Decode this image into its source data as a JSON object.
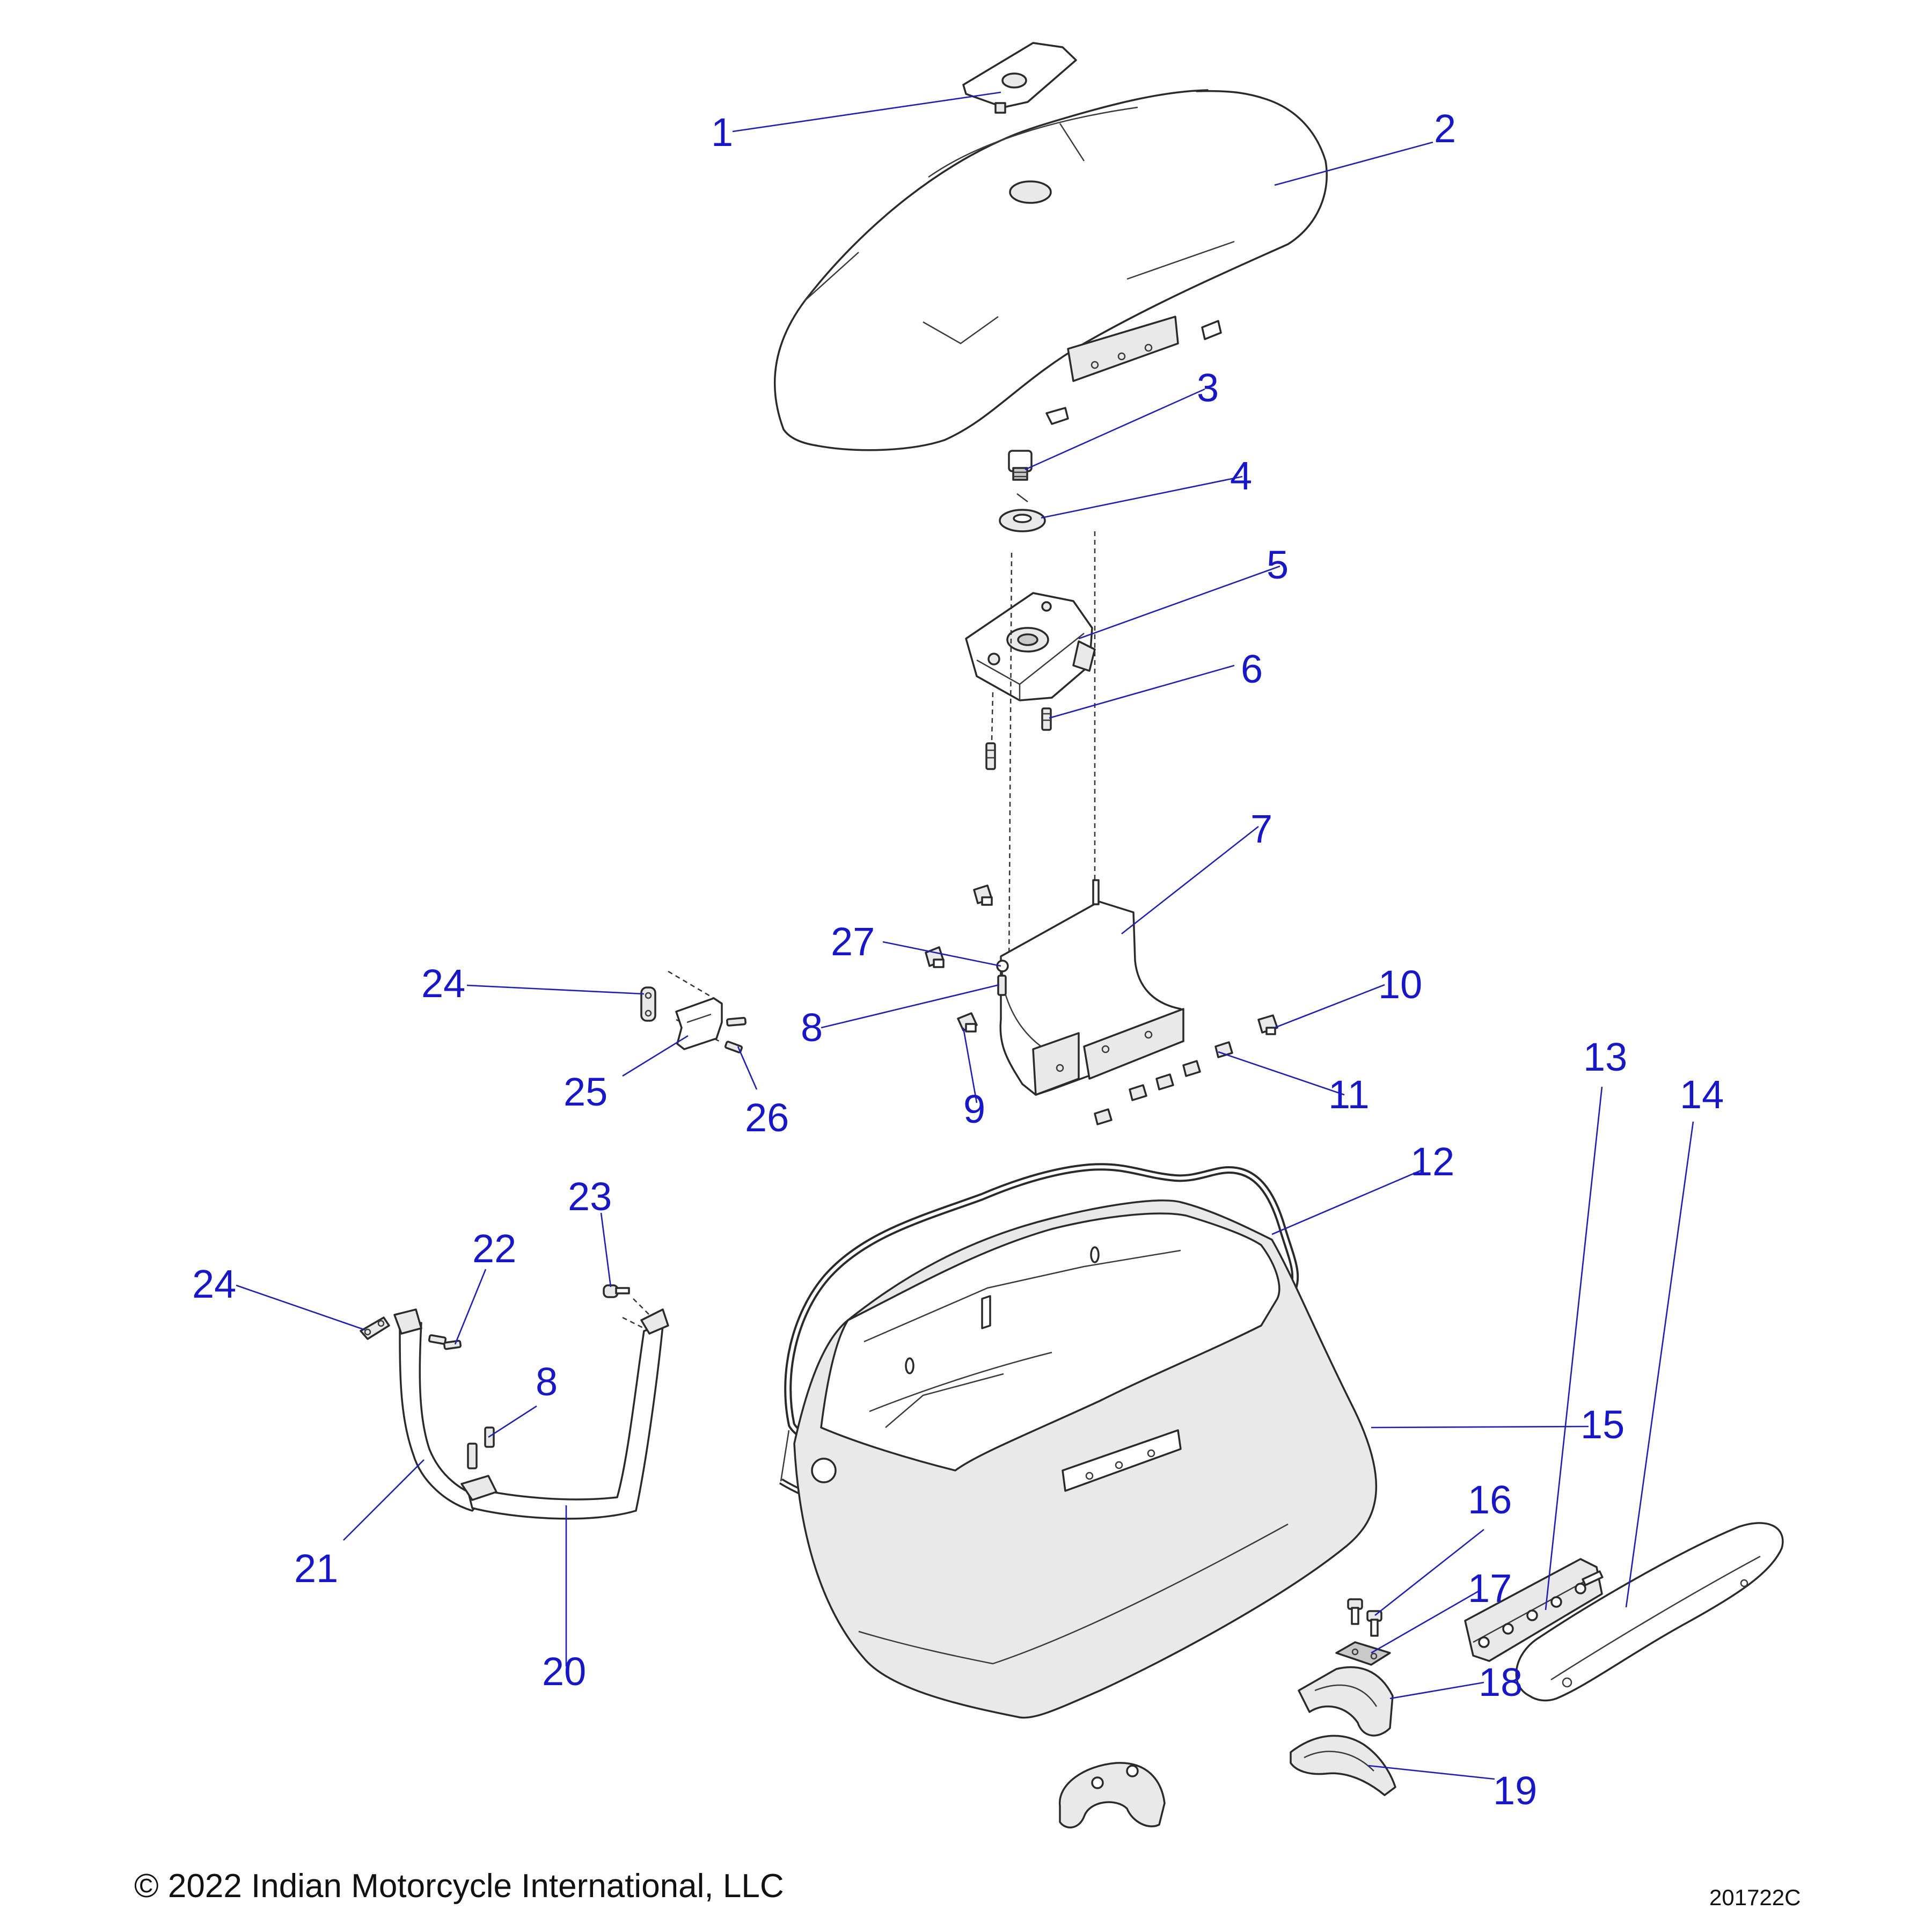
{
  "callouts": {
    "c1": "1",
    "c2": "2",
    "c3": "3",
    "c4": "4",
    "c5": "5",
    "c6": "6",
    "c7": "7",
    "c8a": "8",
    "c8b": "8",
    "c9": "9",
    "c10": "10",
    "c11": "11",
    "c12": "12",
    "c13": "13",
    "c14": "14",
    "c15": "15",
    "c16": "16",
    "c17": "17",
    "c18": "18",
    "c19": "19",
    "c20": "20",
    "c21": "21",
    "c22": "22",
    "c23": "23",
    "c24a": "24",
    "c24b": "24",
    "c25": "25",
    "c26": "26",
    "c27": "27"
  },
  "footer": {
    "copyright": "© 2022 Indian Motorcycle International, LLC",
    "figure_code": "201722C"
  },
  "colors": {
    "callout": "#1717c8",
    "leader": "#1f1fb0",
    "line_art": "#2a2a2a",
    "background": "#ffffff"
  }
}
